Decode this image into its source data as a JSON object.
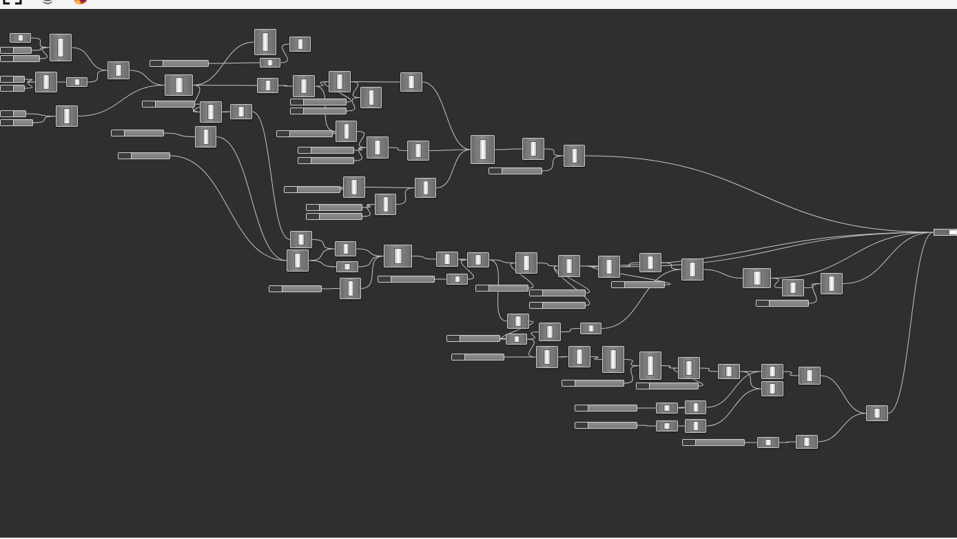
{
  "toolbar": {
    "icons": [
      "fullscreen-icon",
      "globe-icon",
      "firefox-icon"
    ]
  },
  "colors": {
    "canvas": "#2f2f2f",
    "wire": "#c8c8c8",
    "node_border": "#c9c9c9",
    "node_fill": "#7a7a7a",
    "node_core": "#ffffff"
  },
  "graph": {
    "shader_node_count": 68,
    "parameter_slider_count": 38,
    "output_node_count": 1
  }
}
